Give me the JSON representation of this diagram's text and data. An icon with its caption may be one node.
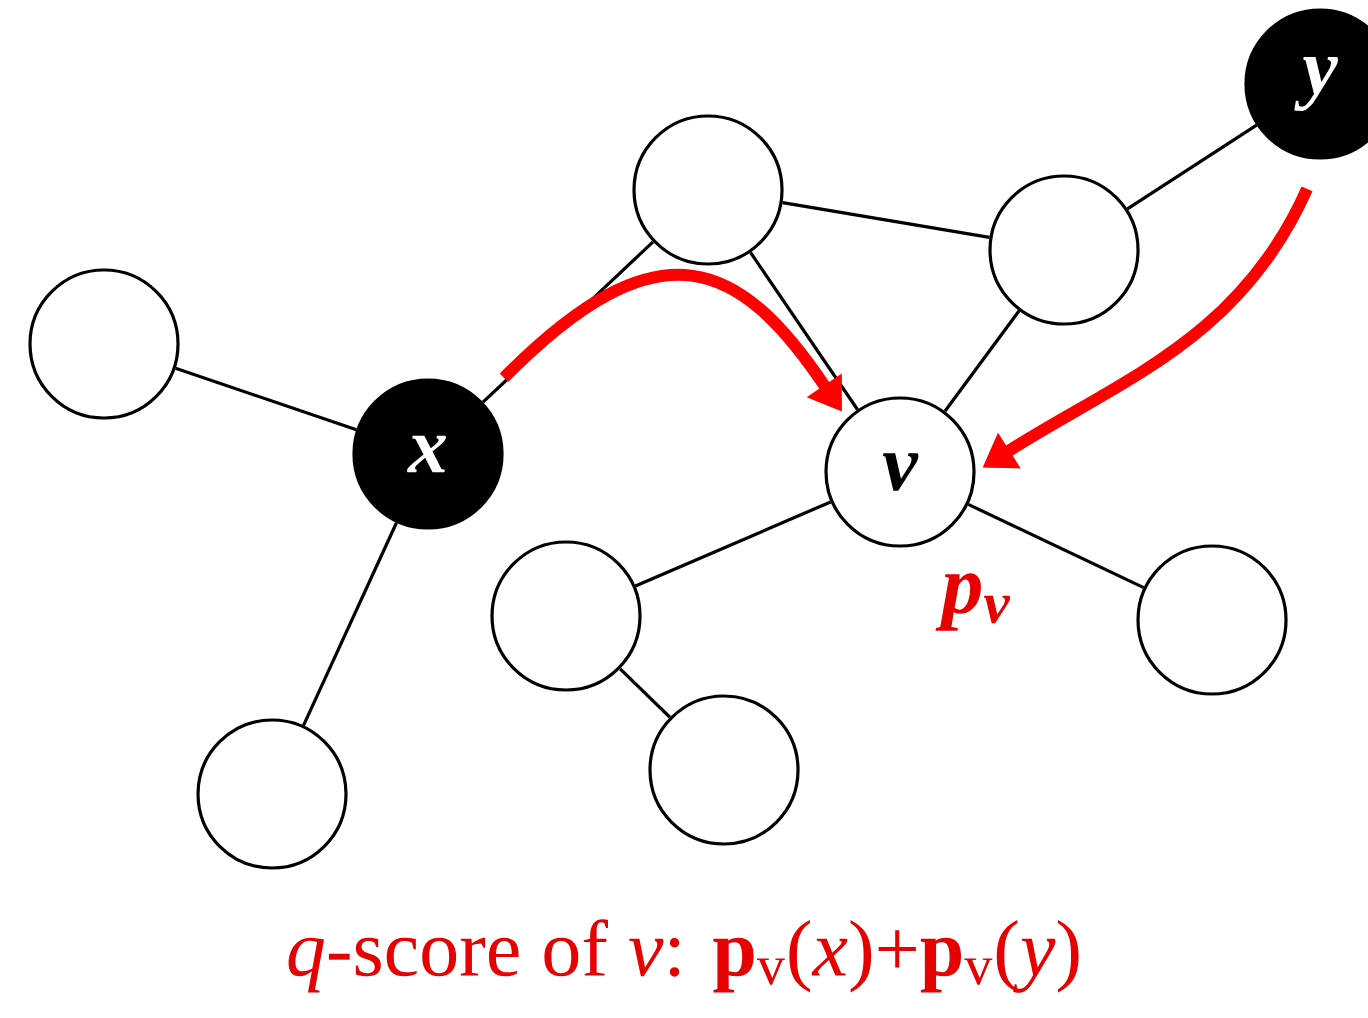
{
  "diagram": {
    "caption": "*q*-score of *v*: **p**$_{v}$(*x*)+**p**$_{v}$(*y*)",
    "nodes": [
      {
        "text": [],
        "shape": "circle"
      },
      {
        "text": [
          "x"
        ]
      },
      {
        "text": [],
        "shape": "circle"
      },
      {
        "text": [],
        "shape": "circle"
      },
      {
        "text": [],
        "shape": "circle"
      },
      {
        "text": [
          "y"
        ]
      },
      {
        "text": [
          "v"
        ],
        "beside": [
          "p$_{v}$"
        ]
      },
      {
        "text": [],
        "shape": "circle"
      },
      {
        "text": [],
        "shape": "circle"
      },
      {
        "text": [],
        "shape": "circle"
      }
    ],
    "edges": [
      {
        "from": 0,
        "to": 1,
        "arrow": "none"
      },
      {
        "from": 1,
        "to": 2,
        "arrow": "none"
      },
      {
        "from": 1,
        "to": 3,
        "arrow": "none"
      },
      {
        "from": 3,
        "to": 4,
        "arrow": "none"
      },
      {
        "from": 3,
        "to": 6,
        "arrow": "none"
      },
      {
        "from": 4,
        "to": 5,
        "arrow": "none"
      },
      {
        "from": 4,
        "to": 6,
        "arrow": "none"
      },
      {
        "from": 6,
        "to": 7,
        "arrow": "none"
      },
      {
        "from": 7,
        "to": 8,
        "arrow": "none"
      },
      {
        "from": 6,
        "to": 9,
        "arrow": "none"
      },
      {
        "from": 1,
        "to": 6,
        "arrow": "to",
        "style": "thick",
        "color": "#ff0000"
      },
      {
        "from": 5,
        "to": 6,
        "arrow": "to",
        "style": "thick",
        "color": "#ff0000"
      }
    ]
  }
}
